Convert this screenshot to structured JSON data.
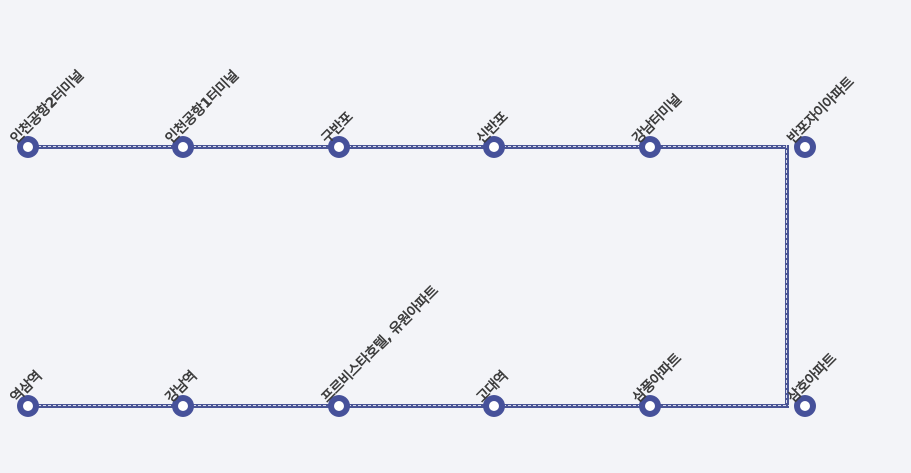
{
  "route": {
    "line_color": "#46519a",
    "stops_top": [
      {
        "id": "stop-incheon-airport-t2",
        "label": "인천공항2터미널"
      },
      {
        "id": "stop-incheon-airport-t1",
        "label": "인천공항1터미널"
      },
      {
        "id": "stop-gubanpo",
        "label": "구반포"
      },
      {
        "id": "stop-sinbanpo",
        "label": "신반포"
      },
      {
        "id": "stop-gangnam-terminal",
        "label": "강남터미널"
      },
      {
        "id": "stop-banpo-xi-apt",
        "label": "반포자이아파트"
      }
    ],
    "stops_bottom": [
      {
        "id": "stop-yeoksam",
        "label": "역삼역"
      },
      {
        "id": "stop-gangnam",
        "label": "강남역"
      },
      {
        "id": "stop-provista-hotel",
        "label": "프르비스타호텔, 유원아파트"
      },
      {
        "id": "stop-godae",
        "label": "고대역"
      },
      {
        "id": "stop-sampung-apt",
        "label": "삼풍아파트"
      },
      {
        "id": "stop-samho-apt",
        "label": "삼호아파트"
      }
    ]
  }
}
